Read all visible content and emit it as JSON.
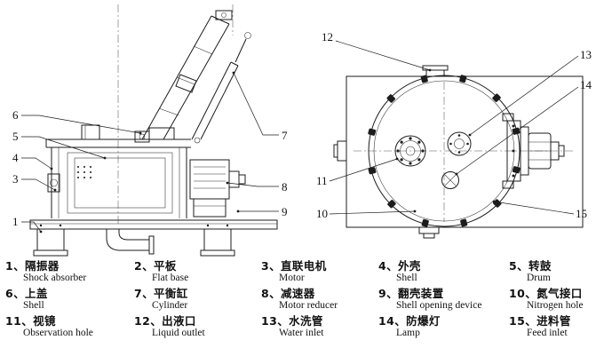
{
  "colors": {
    "ink": "#1c1c1c",
    "background": "#ffffff"
  },
  "callouts": {
    "side": [
      "6",
      "5",
      "4",
      "3",
      "1",
      "7",
      "8",
      "9"
    ],
    "top": [
      "12",
      "13",
      "14",
      "11",
      "10",
      "15"
    ]
  },
  "legend": {
    "items": [
      {
        "num": "1、",
        "zh": "隔振器",
        "en": "Shock absorber"
      },
      {
        "num": "2、",
        "zh": "平板",
        "en": "Flat base"
      },
      {
        "num": "3、",
        "zh": "直联电机",
        "en": "Motor"
      },
      {
        "num": "4、",
        "zh": "外壳",
        "en": "Shell"
      },
      {
        "num": "5、",
        "zh": "转鼓",
        "en": "Drum"
      },
      {
        "num": "6、",
        "zh": "上盖",
        "en": "Shell"
      },
      {
        "num": "7、",
        "zh": "平衡缸",
        "en": "Cylinder"
      },
      {
        "num": "8、",
        "zh": "减速器",
        "en": "Motor reducer"
      },
      {
        "num": "9、",
        "zh": "翻壳装置",
        "en": "Shell opening device"
      },
      {
        "num": "10、",
        "zh": "氮气接口",
        "en": "Nitrogen hole"
      },
      {
        "num": "11、",
        "zh": "视镜",
        "en": "Observation hole"
      },
      {
        "num": "12、",
        "zh": "出液口",
        "en": "Liquid outlet"
      },
      {
        "num": "13、",
        "zh": "水洗管",
        "en": "Water inlet"
      },
      {
        "num": "14、",
        "zh": "防爆灯",
        "en": "Lamp"
      },
      {
        "num": "15、",
        "zh": "进料管",
        "en": "Feed inlet"
      }
    ]
  }
}
